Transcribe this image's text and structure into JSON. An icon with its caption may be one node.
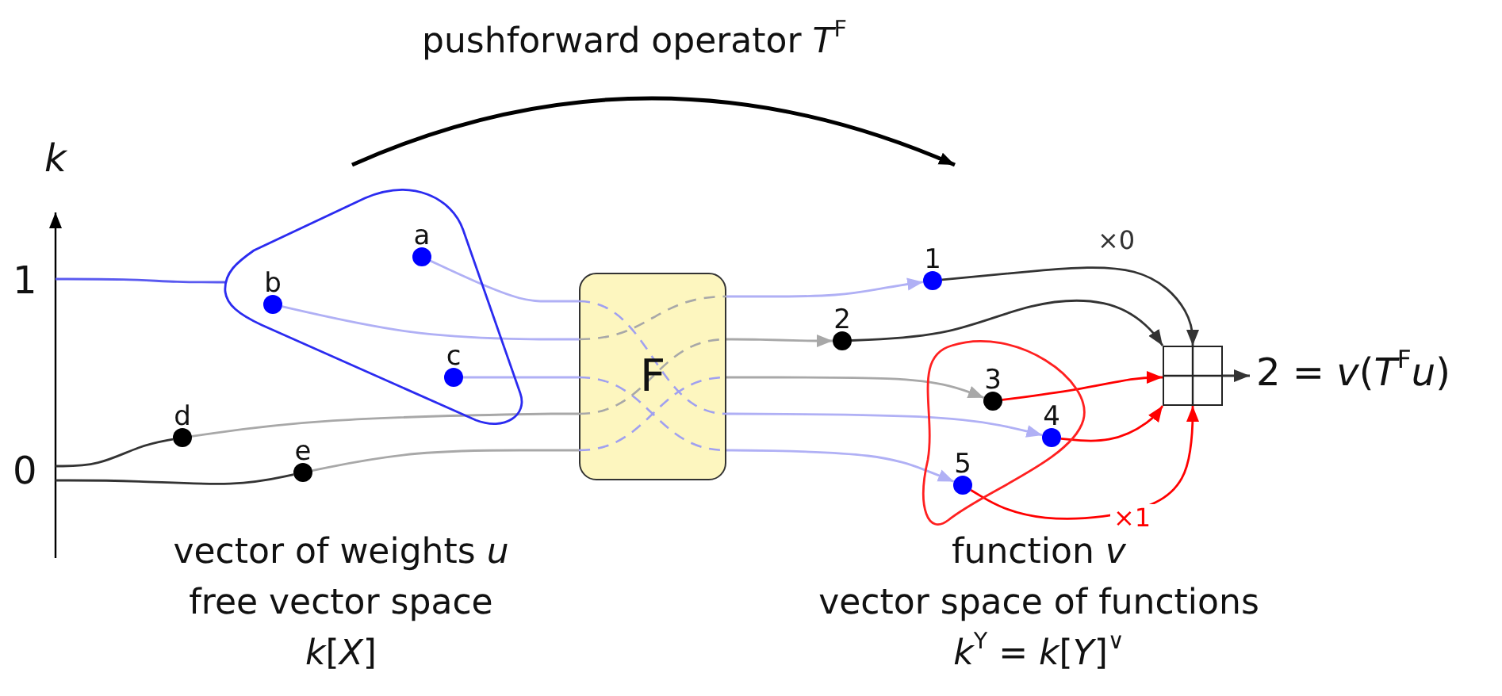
{
  "diagram": {
    "nodes": [
      {
        "text": [
          "1"
        ]
      },
      {
        "text": [
          "0"
        ]
      },
      {
        "text": [],
        "shape": "triangle"
      },
      {
        "text": [
          "a"
        ],
        "in": 2
      },
      {
        "text": [
          "b"
        ],
        "in": 2
      },
      {
        "text": [
          "c"
        ],
        "in": 2
      },
      {
        "text": [
          "d"
        ]
      },
      {
        "text": [
          "e"
        ]
      },
      {
        "text": [
          "F"
        ]
      },
      {
        "text": [
          "1"
        ]
      },
      {
        "text": [
          "2"
        ]
      },
      {
        "text": [],
        "shape": "circle"
      },
      {
        "text": [
          "3"
        ],
        "in": 11
      },
      {
        "text": [
          "4"
        ],
        "in": 11
      },
      {
        "text": [
          "5"
        ],
        "in": 11
      },
      {
        "text": [],
        "shape": "box"
      },
      {
        "text": [
          "2 = *v*(*T*$^{F}$*u*)"
        ]
      }
    ],
    "edges": [
      {
        "from": 0,
        "to": 2,
        "arrow": "none",
        "color": "#5a5af0"
      },
      {
        "from": 1,
        "to": 6,
        "arrow": "none",
        "color": "#333333"
      },
      {
        "from": 1,
        "to": 7,
        "arrow": "none",
        "color": "#333333"
      },
      {
        "from": 3,
        "to": 8,
        "arrow": "none",
        "color": "#b0b0f5"
      },
      {
        "from": 4,
        "to": 8,
        "arrow": "none",
        "color": "#b0b0f5"
      },
      {
        "from": 5,
        "to": 8,
        "arrow": "none",
        "color": "#b0b0f5"
      },
      {
        "from": 6,
        "to": 8,
        "arrow": "none",
        "color": "#a8a8a8"
      },
      {
        "from": 7,
        "to": 8,
        "arrow": "none",
        "color": "#a8a8a8"
      },
      {
        "from": 8,
        "to": 9,
        "arrow": "to",
        "color": "#b0b0f5"
      },
      {
        "from": 8,
        "to": 10,
        "arrow": "to",
        "color": "#a8a8a8"
      },
      {
        "from": 8,
        "to": 12,
        "arrow": "to",
        "color": "#a8a8a8"
      },
      {
        "from": 8,
        "to": 13,
        "arrow": "to",
        "color": "#b0b0f5"
      },
      {
        "from": 8,
        "to": 14,
        "arrow": "to",
        "color": "#b0b0f5"
      },
      {
        "from": 9,
        "to": 15,
        "arrow": "to",
        "label": "×0",
        "color": "#333333"
      },
      {
        "from": 10,
        "to": 15,
        "arrow": "to",
        "color": "#333333"
      },
      {
        "from": 12,
        "to": 15,
        "arrow": "to",
        "color": "#ff0000"
      },
      {
        "from": 13,
        "to": 15,
        "arrow": "to",
        "color": "#ff0000"
      },
      {
        "from": 14,
        "to": 15,
        "arrow": "to",
        "color": "#ff0000",
        "label": "×1"
      },
      {
        "from": 15,
        "to": 16,
        "arrow": "to",
        "color": "#333333"
      }
    ],
    "labels": [
      "k",
      "pushforward operator *T*$^{F}$",
      "vector of weights *u*",
      "free vector space",
      "*k*[*X*]",
      "function *v*",
      "vector space of functions",
      "*k*$^{Y}$ = *k*[*Y*]$^{∨}$"
    ]
  }
}
